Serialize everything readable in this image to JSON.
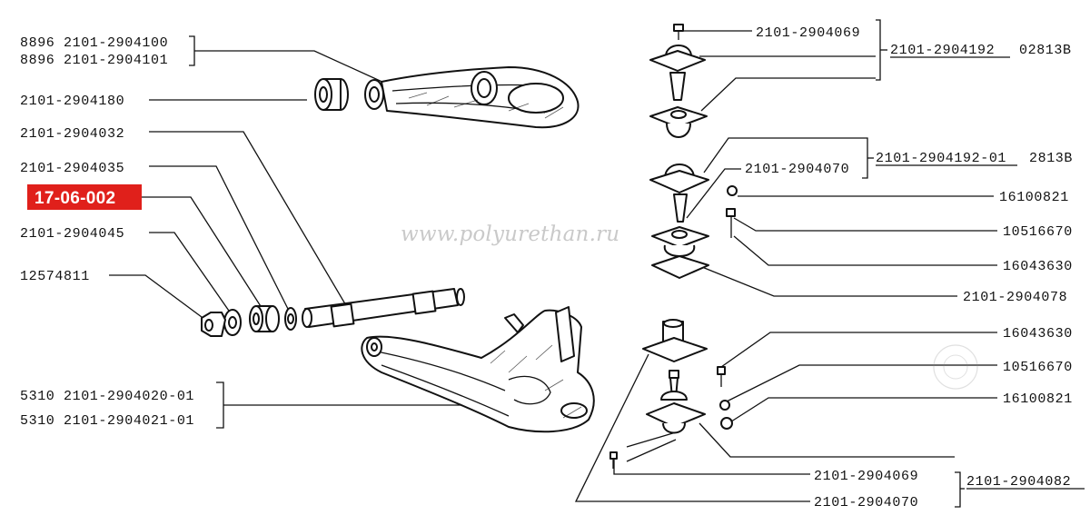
{
  "highlight": {
    "code": "17-06-002",
    "color": "#e0201b"
  },
  "watermark": "www.polyurethan.ru",
  "left_labels": {
    "upper_arm_1": "8896 2101-2904100",
    "upper_arm_2": "8896 2101-2904101",
    "bushing": "2101-2904180",
    "axle": "2101-2904032",
    "washer": "2101-2904035",
    "spacer": "2101-2904045",
    "nut": "12574811",
    "lower_arm_1": "5310 2101-2904020-01",
    "lower_arm_2": "5310 2101-2904021-01"
  },
  "right_labels": {
    "bolt_top": "2101-2904069",
    "upper_ball_joint_kit": "2101-2904192",
    "upper_ball_joint_code": "02813B",
    "lower_pin": "2101-2904070",
    "ball_joint_kit_01": "2101-2904192-01",
    "ball_joint_kit_01_code": "2813B",
    "nut_1": "16100821",
    "washer_1": "10516670",
    "bolt_1": "16043630",
    "boot_1": "2101-2904078",
    "bolt_2": "16043630",
    "washer_2": "10516670",
    "nut_2": "16100821",
    "bolt_bottom": "2101-2904069",
    "pin_bottom": "2101-2904070",
    "lower_ball_joint_kit": "2101-2904082"
  }
}
